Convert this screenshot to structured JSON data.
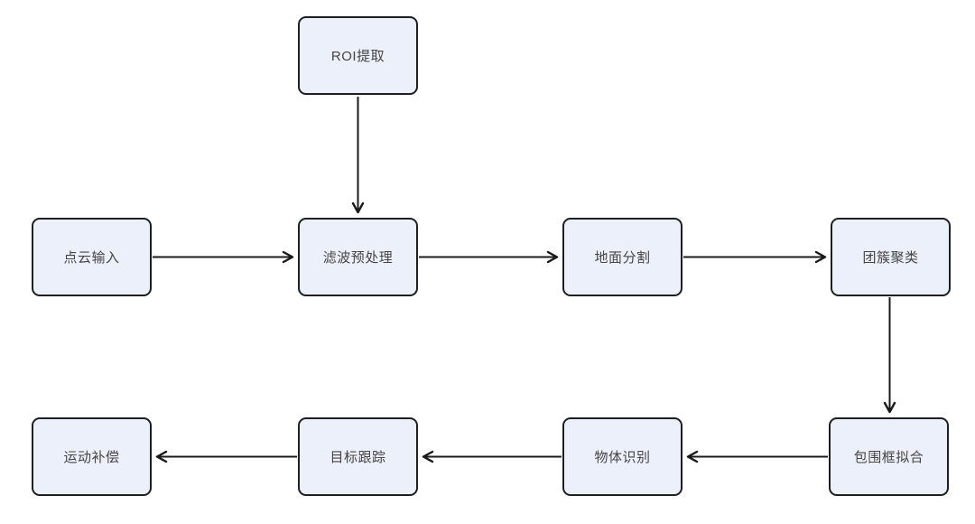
{
  "diagram": {
    "type": "flowchart",
    "description": "LiDAR point cloud processing pipeline",
    "nodes": [
      {
        "id": "roi",
        "label": "ROI提取"
      },
      {
        "id": "point-cloud-input",
        "label": "点云输入"
      },
      {
        "id": "filter-preprocess",
        "label": "滤波预处理"
      },
      {
        "id": "ground-segmentation",
        "label": "地面分割"
      },
      {
        "id": "cluster",
        "label": "团簇聚类"
      },
      {
        "id": "bbox-fitting",
        "label": "包围框拟合"
      },
      {
        "id": "object-recognition",
        "label": "物体识别"
      },
      {
        "id": "target-tracking",
        "label": "目标跟踪"
      },
      {
        "id": "motion-compensation",
        "label": "运动补偿"
      }
    ],
    "edges": [
      {
        "from": "roi",
        "to": "filter-preprocess",
        "direction": "down"
      },
      {
        "from": "point-cloud-input",
        "to": "filter-preprocess",
        "direction": "right"
      },
      {
        "from": "filter-preprocess",
        "to": "ground-segmentation",
        "direction": "right"
      },
      {
        "from": "ground-segmentation",
        "to": "cluster",
        "direction": "right"
      },
      {
        "from": "cluster",
        "to": "bbox-fitting",
        "direction": "down"
      },
      {
        "from": "bbox-fitting",
        "to": "object-recognition",
        "direction": "left"
      },
      {
        "from": "object-recognition",
        "to": "target-tracking",
        "direction": "left"
      },
      {
        "from": "target-tracking",
        "to": "motion-compensation",
        "direction": "left"
      }
    ],
    "colors": {
      "node_fill": "#ebf0fa",
      "node_border": "#1f1f1f",
      "text": "#454545",
      "arrow": "#1a1a1a",
      "background": "#ffffff"
    }
  }
}
